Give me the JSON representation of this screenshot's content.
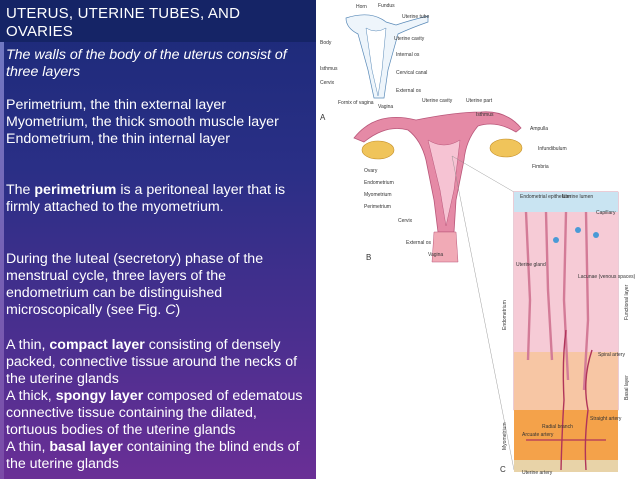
{
  "slide": {
    "title": "UTERUS, UTERINE TUBES, AND OVARIES",
    "subtitle": "The walls of the body of the uterus consist of three layers",
    "layers": [
      "Perimetrium, the thin external layer",
      "Myometrium, the thick smooth muscle layer",
      "Endometrium, the thin internal layer"
    ],
    "perimetrium": {
      "pre": "The ",
      "term": "perimetrium",
      "post": " is a peritoneal layer that is firmly attached to the myometrium."
    },
    "luteal": {
      "pre": "During the luteal (secretory) phase of the menstrual cycle, three layers of the endometrium can be distinguished microscopically (see Fig. ",
      "fig": "C",
      "post": ")"
    },
    "compact": {
      "pre": "A thin, ",
      "term": "compact layer",
      "post": " consisting of densely packed, connective tissue around the necks of the uterine glands"
    },
    "spongy": {
      "pre": "A thick, ",
      "term": "spongy layer",
      "post": " composed of edematous connective tissue containing the dilated, tortuous bodies of the uterine glands"
    },
    "basal": {
      "pre": "A thin, ",
      "term": "basal layer",
      "post": " containing the blind ends of the uterine glands"
    }
  },
  "figure": {
    "panel_a": {
      "letter": "A",
      "labels": [
        "Horn",
        "Fundus",
        "Uterine tube",
        "Body",
        "Uterine cavity",
        "Internal os",
        "Isthmus",
        "Cervical canal",
        "Cervix",
        "External os",
        "Fornix of vagina",
        "Vagina"
      ]
    },
    "panel_b": {
      "letter": "B",
      "labels": [
        "Uterine cavity",
        "Uterine part",
        "Isthmus",
        "Ampulla",
        "Infundibulum",
        "Fimbria",
        "Ovary",
        "Endometrium",
        "Myometrium",
        "Perimetrium",
        "Cervix",
        "External os",
        "Vagina"
      ]
    },
    "panel_c": {
      "letter": "C",
      "labels": [
        "Endometrial epithelium",
        "Uterine lumen",
        "Capillary",
        "Uterine gland",
        "Lacunae (venous spaces)",
        "Spiral artery",
        "Straight artery",
        "Radial branch",
        "Arcuate artery",
        "Uterine artery"
      ],
      "side_labels": [
        "Endometrium",
        "Myometrium",
        "Functional layer",
        "Basal layer"
      ]
    }
  },
  "colors": {
    "panel_bg_top": "#1b2a78",
    "panel_bg_bottom": "#6a2f96",
    "text": "#ffffff",
    "tissue_pink": "#e58aa6",
    "tissue_orange": "#f4a24a",
    "ovary_yellow": "#f0c45a"
  }
}
